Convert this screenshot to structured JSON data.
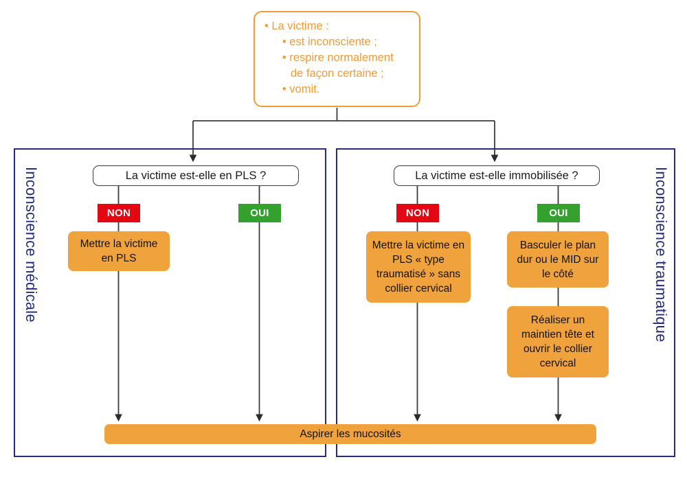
{
  "top_box": {
    "lines": [
      {
        "level": 1,
        "text": "La victime :"
      },
      {
        "level": 2,
        "text": "est inconsciente ;"
      },
      {
        "level": 2,
        "text": "respire normalement"
      },
      {
        "level": 0,
        "text": "de façon certaine ;"
      },
      {
        "level": 2,
        "text": "vomit."
      }
    ]
  },
  "panels": {
    "left": {
      "label": "Inconscience médicale"
    },
    "right": {
      "label": "Inconscience traumatique"
    }
  },
  "questions": {
    "left": "La victime est-elle en PLS ?",
    "right": "La victime est-elle immobilisée ?"
  },
  "chips": {
    "left_non": "NON",
    "left_oui": "OUI",
    "right_non": "NON",
    "right_oui": "OUI"
  },
  "actions": {
    "left_non": "Mettre la victime en PLS",
    "right_non": "Mettre la victime en PLS « type traumatisé » sans collier cervical",
    "right_oui_1": "Basculer le plan dur ou le MID sur le côté",
    "right_oui_2": "Réaliser un maintien tête et ouvrir le collier cervical"
  },
  "final": {
    "label": "Aspirer les mucosités"
  },
  "colors": {
    "orange_fill": "#F0A23C",
    "orange_border": "#F29A33",
    "blue_panel": "#242B7E",
    "red_chip": "#E30613",
    "green_chip": "#34A12F",
    "wire": "#3A3A3A"
  }
}
